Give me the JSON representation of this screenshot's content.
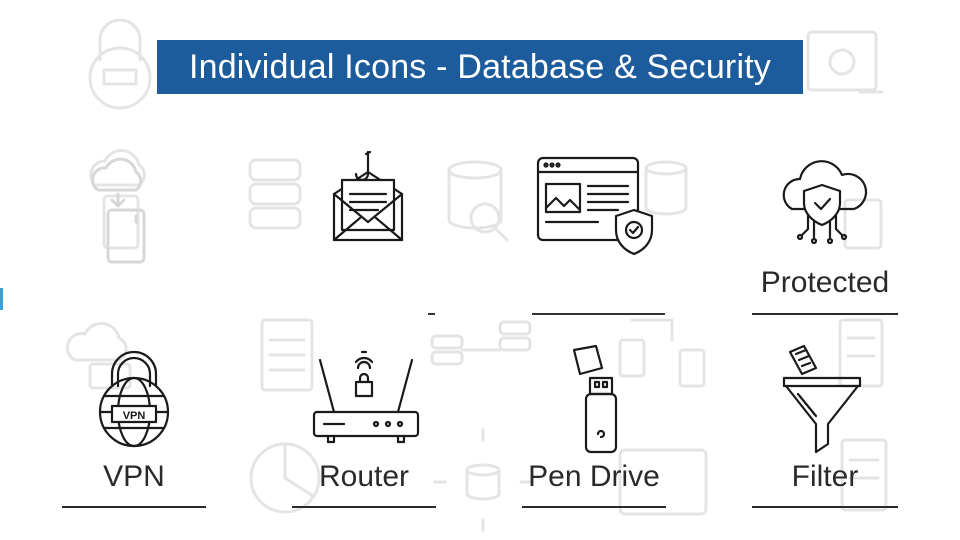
{
  "header": {
    "title": "Individual Icons - Database & Security"
  },
  "top_row": [
    {
      "id": "cloud-phone",
      "icon": "cloud-phone-icon",
      "label": ""
    },
    {
      "id": "email-phishing",
      "icon": "email-hook-icon",
      "label": ""
    },
    {
      "id": "website-security",
      "icon": "browser-shield-icon",
      "label": ""
    },
    {
      "id": "protected",
      "icon": "cloud-shield-icon",
      "label": "Protected"
    }
  ],
  "bottom_row": [
    {
      "id": "vpn",
      "icon": "vpn-globe-lock-icon",
      "label": "VPN",
      "icon_text": "VPN"
    },
    {
      "id": "router",
      "icon": "router-icon",
      "label": "Router"
    },
    {
      "id": "pen-drive",
      "icon": "usb-drive-icon",
      "label": "Pen Drive"
    },
    {
      "id": "filter",
      "icon": "funnel-icon",
      "label": "Filter"
    }
  ],
  "colors": {
    "banner": "#1d5c9c",
    "icon_stroke": "#1a1a1a",
    "watermark": "#e6e6e6"
  }
}
